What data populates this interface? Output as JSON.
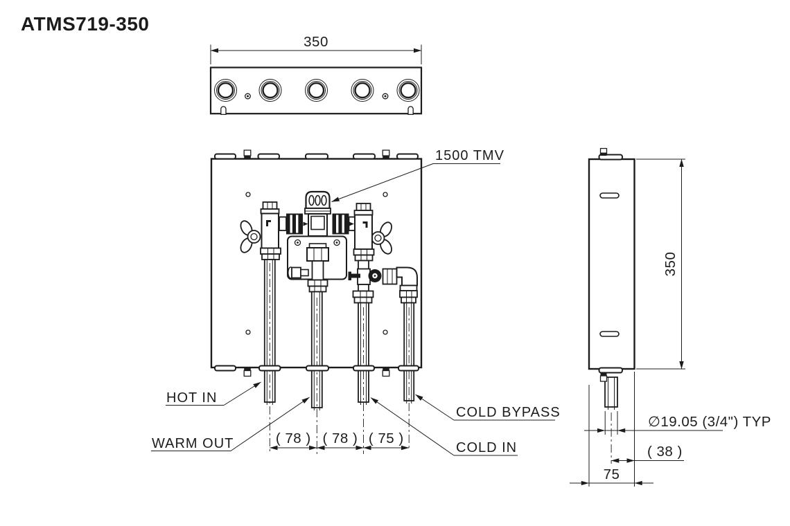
{
  "title": "ATMS719-350",
  "top_view": {
    "width_dim": "350"
  },
  "front_view": {
    "tmv_label": "1500 TMV",
    "labels": {
      "hot_in": "HOT IN",
      "warm_out": "WARM OUT",
      "cold_in": "COLD IN",
      "cold_bypass": "COLD BYPASS"
    },
    "pipe_spacing_dims": [
      "( 78 )",
      "( 78 )",
      "( 75 )"
    ]
  },
  "side_view": {
    "height_dim": "350",
    "pipe_diameter_dim": "∅19.05 (3/4\") TYP",
    "pipe_offset_dim": "( 38 )",
    "depth_dim": "75"
  },
  "colors": {
    "line": "#1c1c1c",
    "background": "#ffffff"
  }
}
